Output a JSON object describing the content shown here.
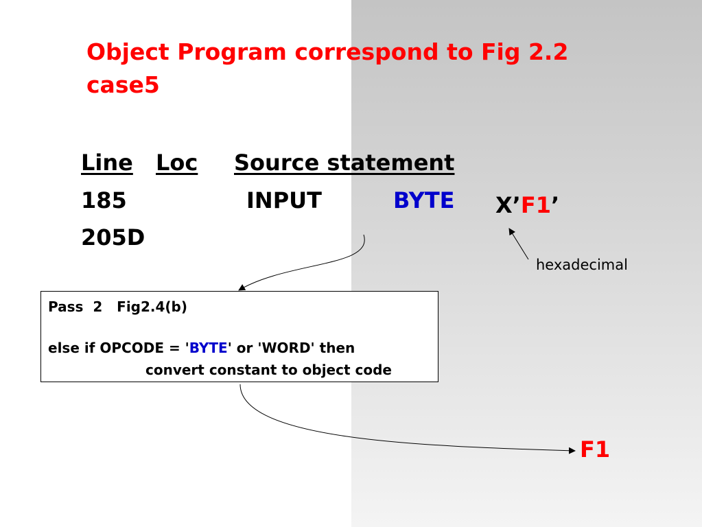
{
  "title": {
    "line1": "Object Program correspond to Fig 2.2",
    "line2": "case5"
  },
  "table": {
    "headers": {
      "line": "Line",
      "loc": "Loc",
      "source": "Source statement"
    },
    "row": {
      "line": "185",
      "loc": "205D",
      "label": "INPUT",
      "opcode": "BYTE",
      "operand_prefix": "X’",
      "operand_value": "F1",
      "operand_suffix": "’"
    }
  },
  "annotation": "hexadecimal",
  "code_box": {
    "heading": "Pass  2   Fig2.4(b)",
    "line1_a": "else if OPCODE = '",
    "line1_keyword": "BYTE",
    "line1_b": "' or 'WORD' then",
    "line2": "convert constant to object code"
  },
  "result": "F1",
  "colors": {
    "title": "#ff0000",
    "keyword": "#0000cc",
    "value": "#ff0000"
  }
}
